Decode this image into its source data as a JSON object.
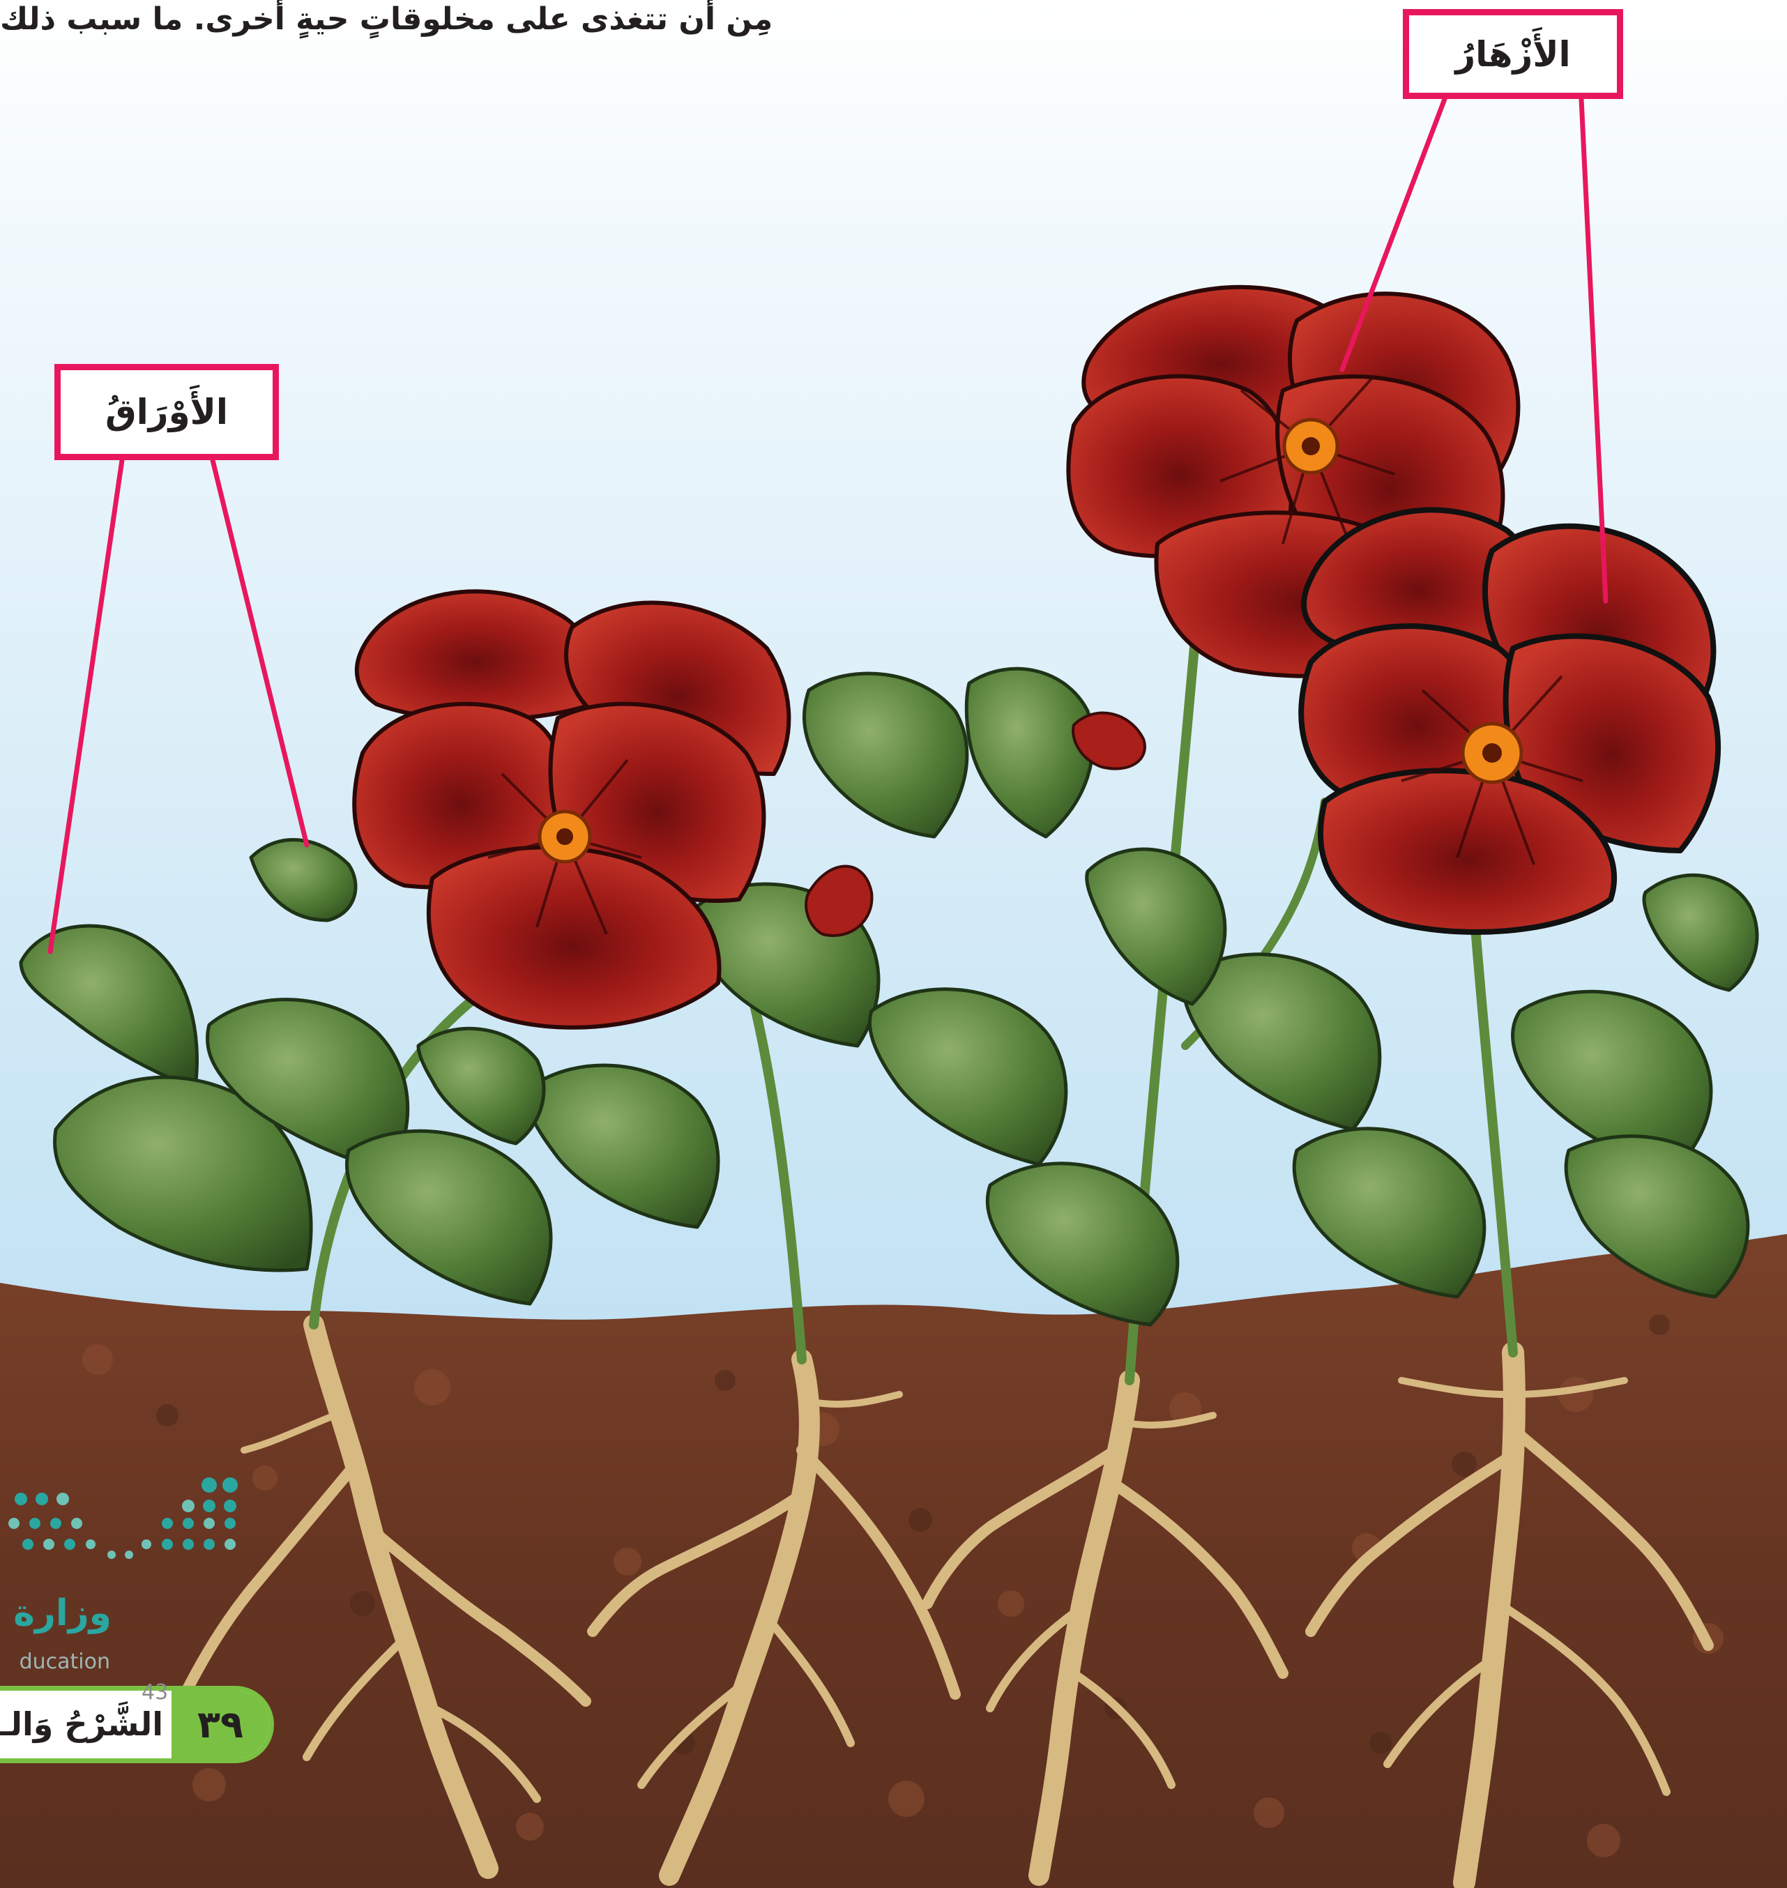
{
  "top_text": "مِن أن تتغذى على مخلوقاتٍ حيةٍ أخرى. ما سبب ذلك",
  "labels": {
    "flowers": "الأَزْهَارُ",
    "leaves": "الأَوْرَاقُ"
  },
  "logo": {
    "arabic": "وزارة ا",
    "english": "ducation"
  },
  "footer": {
    "page_number": "٣٩",
    "section_title": "الشَّرْحُ وَالـ",
    "small_number": "43"
  },
  "colors": {
    "label_border": "#e8175d",
    "pointer_line": "#e8175d",
    "footer_accent": "#7ac143",
    "logo_teal": "#2aa7a1",
    "petal_red": "#b3221d",
    "flower_center": "#f28a1a",
    "leaf_green": "#4f7a34",
    "soil_brown": "#6b3a24",
    "root_tan": "#d8bb84",
    "sky_top": "#ffffff",
    "sky_bottom": "#aed8ee"
  }
}
